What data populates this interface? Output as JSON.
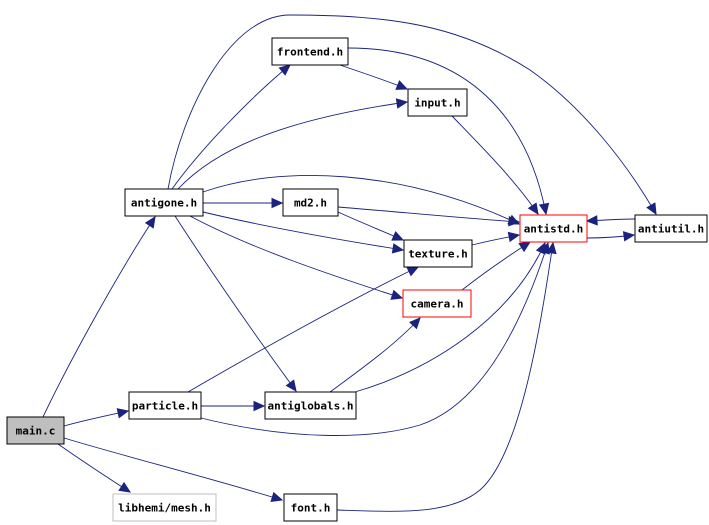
{
  "colors": {
    "edge": "#1a237e",
    "node_border": "#000000",
    "highlight_border": "#ff0000",
    "gray_border": "#bfbfbf",
    "root_fill": "#bfbfbf",
    "node_fill": "#ffffff"
  },
  "nodes": [
    {
      "id": "main",
      "label": "main.c",
      "style": "root"
    },
    {
      "id": "antigone",
      "label": "antigone.h",
      "style": "normal"
    },
    {
      "id": "frontend",
      "label": "frontend.h",
      "style": "normal"
    },
    {
      "id": "input",
      "label": "input.h",
      "style": "normal"
    },
    {
      "id": "md2",
      "label": "md2.h",
      "style": "normal"
    },
    {
      "id": "antistd",
      "label": "antistd.h",
      "style": "highlight"
    },
    {
      "id": "antiutil",
      "label": "antiutil.h",
      "style": "normal"
    },
    {
      "id": "texture",
      "label": "texture.h",
      "style": "normal"
    },
    {
      "id": "camera",
      "label": "camera.h",
      "style": "highlight"
    },
    {
      "id": "particle",
      "label": "particle.h",
      "style": "normal"
    },
    {
      "id": "antiglobals",
      "label": "antiglobals.h",
      "style": "normal"
    },
    {
      "id": "mesh",
      "label": "libhemi/mesh.h",
      "style": "gray"
    },
    {
      "id": "font",
      "label": "font.h",
      "style": "normal"
    }
  ],
  "edges": [
    {
      "from": "main",
      "to": "antigone"
    },
    {
      "from": "main",
      "to": "particle"
    },
    {
      "from": "main",
      "to": "mesh"
    },
    {
      "from": "main",
      "to": "font"
    },
    {
      "from": "antigone",
      "to": "frontend"
    },
    {
      "from": "antigone",
      "to": "input"
    },
    {
      "from": "antigone",
      "to": "antiutil"
    },
    {
      "from": "antigone",
      "to": "md2"
    },
    {
      "from": "antigone",
      "to": "antistd"
    },
    {
      "from": "antigone",
      "to": "texture"
    },
    {
      "from": "antigone",
      "to": "camera"
    },
    {
      "from": "antigone",
      "to": "antiglobals"
    },
    {
      "from": "frontend",
      "to": "input"
    },
    {
      "from": "frontend",
      "to": "antistd"
    },
    {
      "from": "input",
      "to": "antistd"
    },
    {
      "from": "md2",
      "to": "antistd"
    },
    {
      "from": "md2",
      "to": "texture"
    },
    {
      "from": "texture",
      "to": "antistd"
    },
    {
      "from": "camera",
      "to": "antistd"
    },
    {
      "from": "antistd",
      "to": "antiutil"
    },
    {
      "from": "antiutil",
      "to": "antistd"
    },
    {
      "from": "particle",
      "to": "antiglobals"
    },
    {
      "from": "particle",
      "to": "texture"
    },
    {
      "from": "particle",
      "to": "antistd"
    },
    {
      "from": "antiglobals",
      "to": "camera"
    },
    {
      "from": "antiglobals",
      "to": "antistd"
    },
    {
      "from": "font",
      "to": "antistd"
    }
  ]
}
